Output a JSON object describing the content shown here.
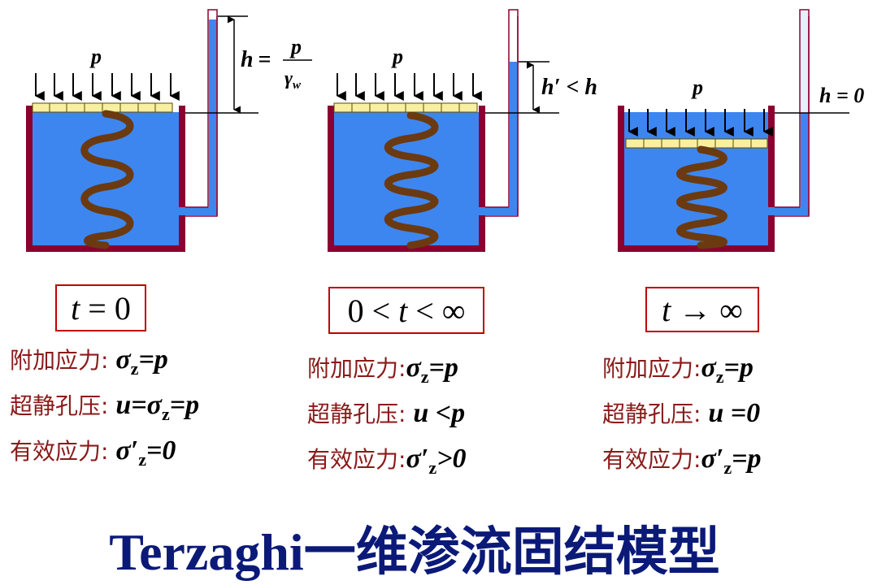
{
  "panels": [
    {
      "id": "t0",
      "load_label": "p",
      "head_label": "h",
      "head_rel": "=",
      "head_frac_num": "p",
      "head_frac_den": "γ",
      "head_frac_den_sub": "w",
      "time_lhs": "",
      "time_var": "t",
      "time_rhs": "= 0",
      "stress_label": "附加应力:",
      "stress_eq": "σ",
      "stress_sub": "z",
      "stress_rhs": "=p",
      "pore_label": "超静孔压:",
      "pore_eq": "u=σ",
      "pore_sub": "z",
      "pore_rhs": "=p",
      "eff_label": "有效应力:",
      "eff_eq": "σ′",
      "eff_sub": "z",
      "eff_rhs": "=0"
    },
    {
      "id": "tmid",
      "load_label": "p",
      "head_label": "h′ < h",
      "time_lhs": "0 <",
      "time_var": "t",
      "time_rhs": "< ∞",
      "stress_label": "附加应力:",
      "stress_eq": "σ",
      "stress_sub": "z",
      "stress_rhs": "=p",
      "pore_label": "超静孔压:",
      "pore_eq": "u",
      "pore_sub": "",
      "pore_rhs": " <p",
      "eff_label": "有效应力:",
      "eff_eq": "σ′",
      "eff_sub": "z",
      "eff_rhs": ">0"
    },
    {
      "id": "tinf",
      "load_label": "p",
      "head_label": "h = 0",
      "time_lhs": "",
      "time_var": "t",
      "time_rhs": "→ ∞",
      "stress_label": "附加应力:",
      "stress_eq": "σ",
      "stress_sub": "z",
      "stress_rhs": "=p",
      "pore_label": "超静孔压:",
      "pore_eq": "u",
      "pore_sub": "",
      "pore_rhs": " =0",
      "eff_label": "有效应力:",
      "eff_eq": "σ′",
      "eff_sub": "z",
      "eff_rhs": "=p"
    }
  ],
  "title": "Terzaghi一维渗流固结模型",
  "colors": {
    "water": "#3d86f0",
    "container": "#8b0030",
    "spring": "#6b3a10",
    "piston": "#f7f0a0",
    "piston_border": "#5a4a00",
    "title": "#0b1a78",
    "label_text": "#8b1a1a",
    "box_border": "#c00000"
  }
}
